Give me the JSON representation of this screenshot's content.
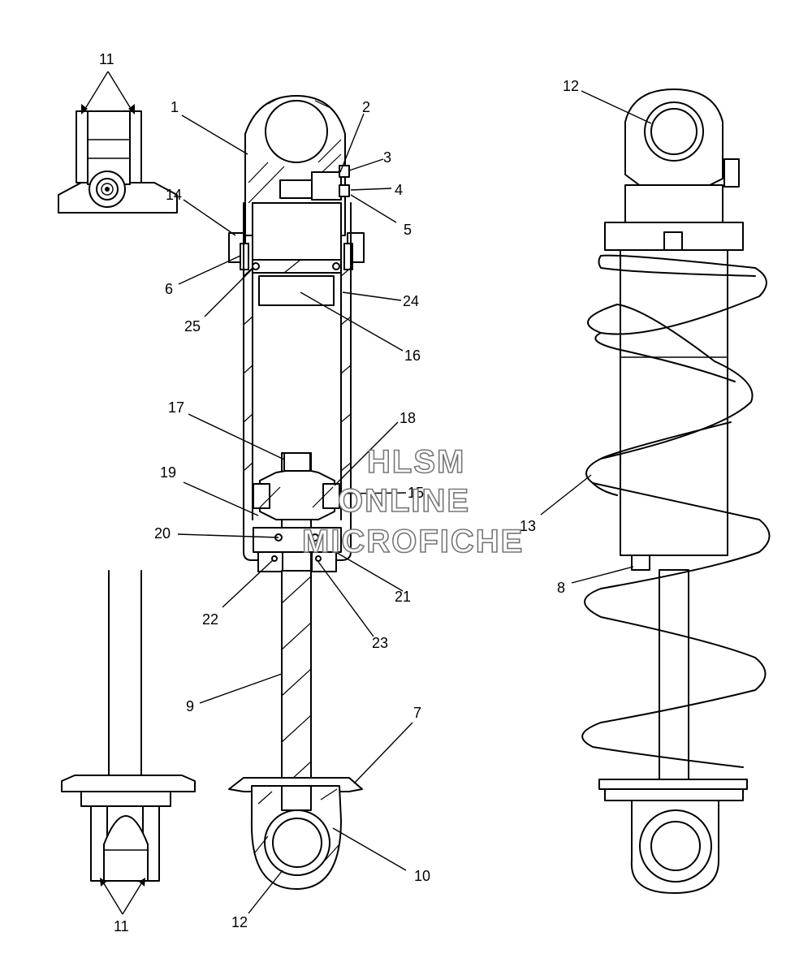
{
  "callouts": {
    "c1": "1",
    "c2": "2",
    "c3": "3",
    "c4": "4",
    "c5": "5",
    "c6": "6",
    "c7": "7",
    "c8": "8",
    "c9": "9",
    "c10": "10",
    "c11a": "11",
    "c11b": "11",
    "c12a": "12",
    "c12b": "12",
    "c13": "13",
    "c14": "14",
    "c15": "15",
    "c16": "16",
    "c17": "17",
    "c18": "18",
    "c19": "19",
    "c20": "20",
    "c21": "21",
    "c22": "22",
    "c23": "23",
    "c24": "24",
    "c25": "25"
  },
  "watermark": {
    "line1": "HLSM",
    "line2": "ONLINE",
    "line3": "MICROFICHE"
  }
}
